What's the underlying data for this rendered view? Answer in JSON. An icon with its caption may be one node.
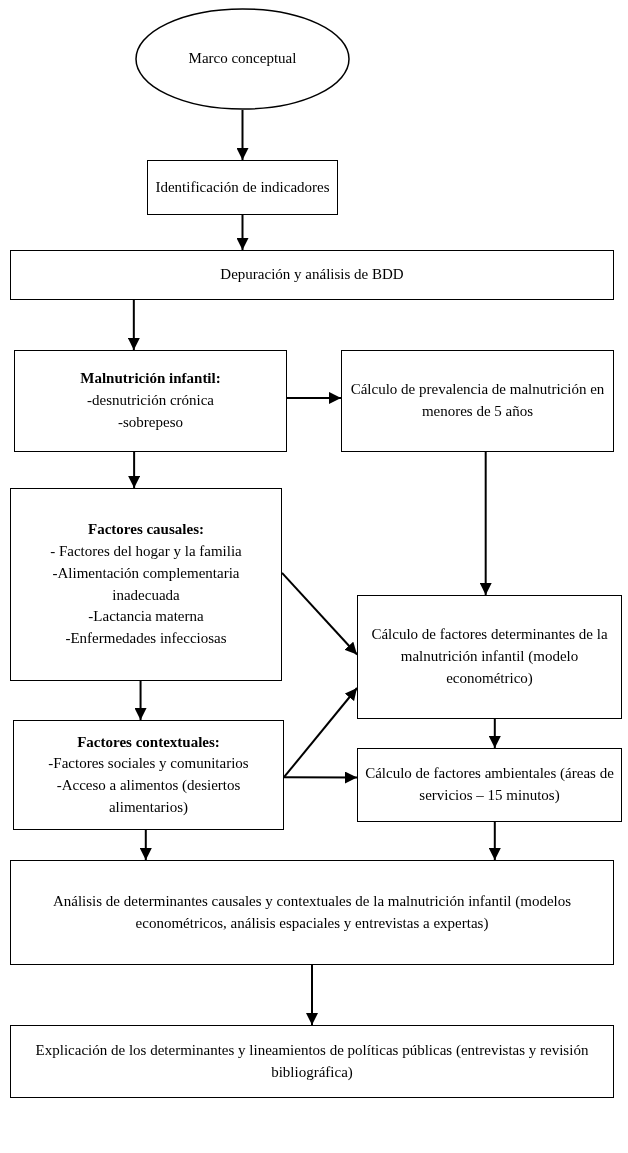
{
  "diagram": {
    "nodes": [
      {
        "text": [
          "Marco conceptual"
        ]
      },
      {
        "text": [
          "Identificación de indicadores"
        ]
      },
      {
        "text": [
          "Depuración y análisis de BDD"
        ]
      },
      {
        "text": [
          "Malnutrición infantil:",
          "-desnutrición crónica",
          "-sobrepeso"
        ]
      },
      {
        "text": [
          "Cálculo de prevalencia de malnutrición en menores de 5 años"
        ]
      },
      {
        "text": [
          "Factores causales:",
          "- Factores del hogar y la familia",
          "-Alimentación complementaria inadecuada",
          "-Lactancia materna",
          "-Enfermedades infecciosas"
        ]
      },
      {
        "text": [
          "Cálculo de factores determinantes de la malnutrición infantil (modelo econométrico)"
        ]
      },
      {
        "text": [
          "Factores contextuales:",
          "-Factores sociales y comunitarios",
          "-Acceso a alimentos (desiertos alimentarios)"
        ]
      },
      {
        "text": [
          "Cálculo de factores ambientales (áreas de servicios – 15 minutos)"
        ]
      },
      {
        "text": [
          "Análisis de determinantes causales y contextuales de la malnutrición infantil (modelos econométricos, análisis espaciales y entrevistas a expertas)"
        ]
      },
      {
        "text": [
          "Explicación de los determinantes y lineamientos de políticas públicas (entrevistas y revisión bibliográfica)"
        ]
      }
    ],
    "edges": [
      {
        "from": 0,
        "to": 1,
        "arrow": "to"
      },
      {
        "from": 1,
        "to": 2,
        "arrow": "to"
      },
      {
        "from": 2,
        "to": 3,
        "arrow": "to"
      },
      {
        "from": 3,
        "to": 4,
        "arrow": "to"
      },
      {
        "from": 3,
        "to": 5,
        "arrow": "to"
      },
      {
        "from": 4,
        "to": 6,
        "arrow": "to"
      },
      {
        "from": 5,
        "to": 6,
        "arrow": "to"
      },
      {
        "from": 5,
        "to": 7,
        "arrow": "to"
      },
      {
        "from": 7,
        "to": 6,
        "arrow": "to"
      },
      {
        "from": 7,
        "to": 8,
        "arrow": "to"
      },
      {
        "from": 6,
        "to": 8,
        "arrow": "to"
      },
      {
        "from": 7,
        "to": 9,
        "arrow": "to"
      },
      {
        "from": 8,
        "to": 9,
        "arrow": "to"
      },
      {
        "from": 9,
        "to": 10,
        "arrow": "to"
      }
    ]
  }
}
